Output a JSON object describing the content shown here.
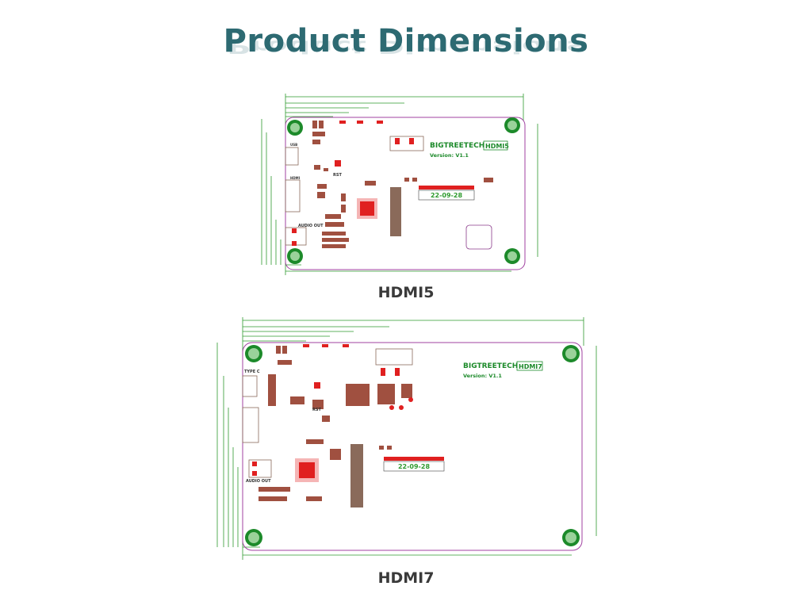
{
  "page": {
    "title": "Product Dimensions"
  },
  "boards": [
    {
      "caption": "HDMI5",
      "brand": "BIGTREETECH",
      "model": "HDMI5",
      "version": "Version: V1.1",
      "date": "22-09-28",
      "labels": {
        "audio": "AUDIO OUT",
        "rst": "RST",
        "hdmi": "HDMI",
        "usb": "USB"
      },
      "colors": {
        "outline": "#a040a0",
        "dimension": "#2e9a2e",
        "hole": "#1c8a2a",
        "pad": "#e02020",
        "part": "#8a6a5a"
      }
    },
    {
      "caption": "HDMI7",
      "brand": "BIGTREETECH",
      "model": "HDMI7",
      "version": "Version: V1.1",
      "date": "22-09-28",
      "labels": {
        "audio": "AUDIO OUT",
        "rst": "RST",
        "typec": "TYPE C"
      },
      "colors": {
        "outline": "#a040a0",
        "dimension": "#2e9a2e",
        "hole": "#1c8a2a",
        "pad": "#e02020",
        "part": "#8a6a5a"
      }
    }
  ]
}
